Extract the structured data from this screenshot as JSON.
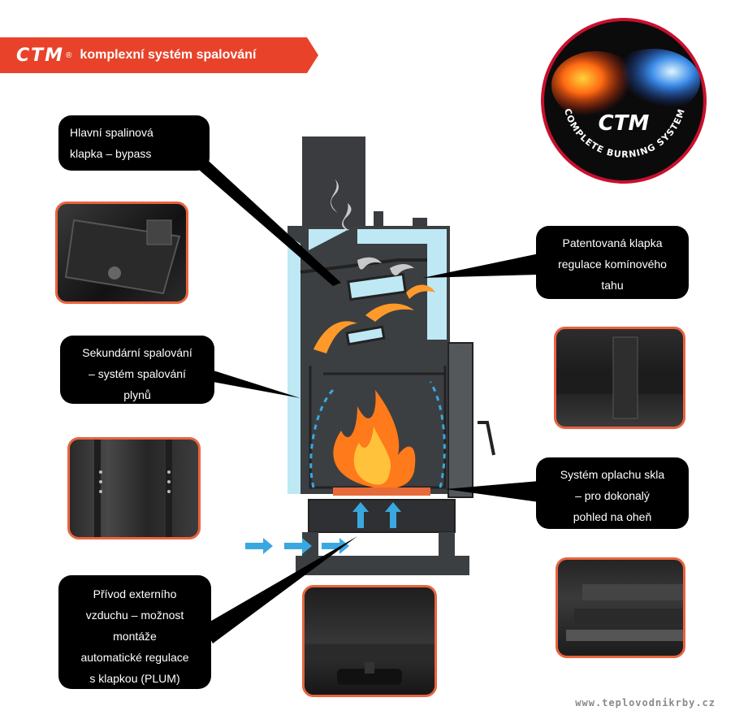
{
  "header": {
    "logo": "CTM",
    "registered": "®",
    "title": "komplexní systém spalování"
  },
  "badge": {
    "logo": "CTM",
    "ring_text": "COMPLETE BURNING SYSTEM"
  },
  "callouts": {
    "bypass": [
      "Hlavní spalinová",
      "klapka – bypass"
    ],
    "draft": [
      "Patentovaná klapka",
      "regulace komínového",
      "tahu"
    ],
    "secondary": [
      "Sekundární spalování",
      "– systém spalování",
      "plynů"
    ],
    "glass": [
      "Systém oplachu skla",
      "– pro dokonalý",
      "pohled na oheň"
    ],
    "air": [
      "Přívod externího",
      "vzduchu – možnost",
      "montáže",
      "automatické regulace",
      "s klapkou (PLUM)"
    ]
  },
  "website": "www.teplovodnikrby.cz",
  "colors": {
    "accent": "#e8432a",
    "callout_bg": "#000000",
    "photo_border": "#e8643f",
    "air_arrows": "#3aa8e0",
    "stove_body": "#3c3f42",
    "insulation": "#bfe8f5"
  }
}
